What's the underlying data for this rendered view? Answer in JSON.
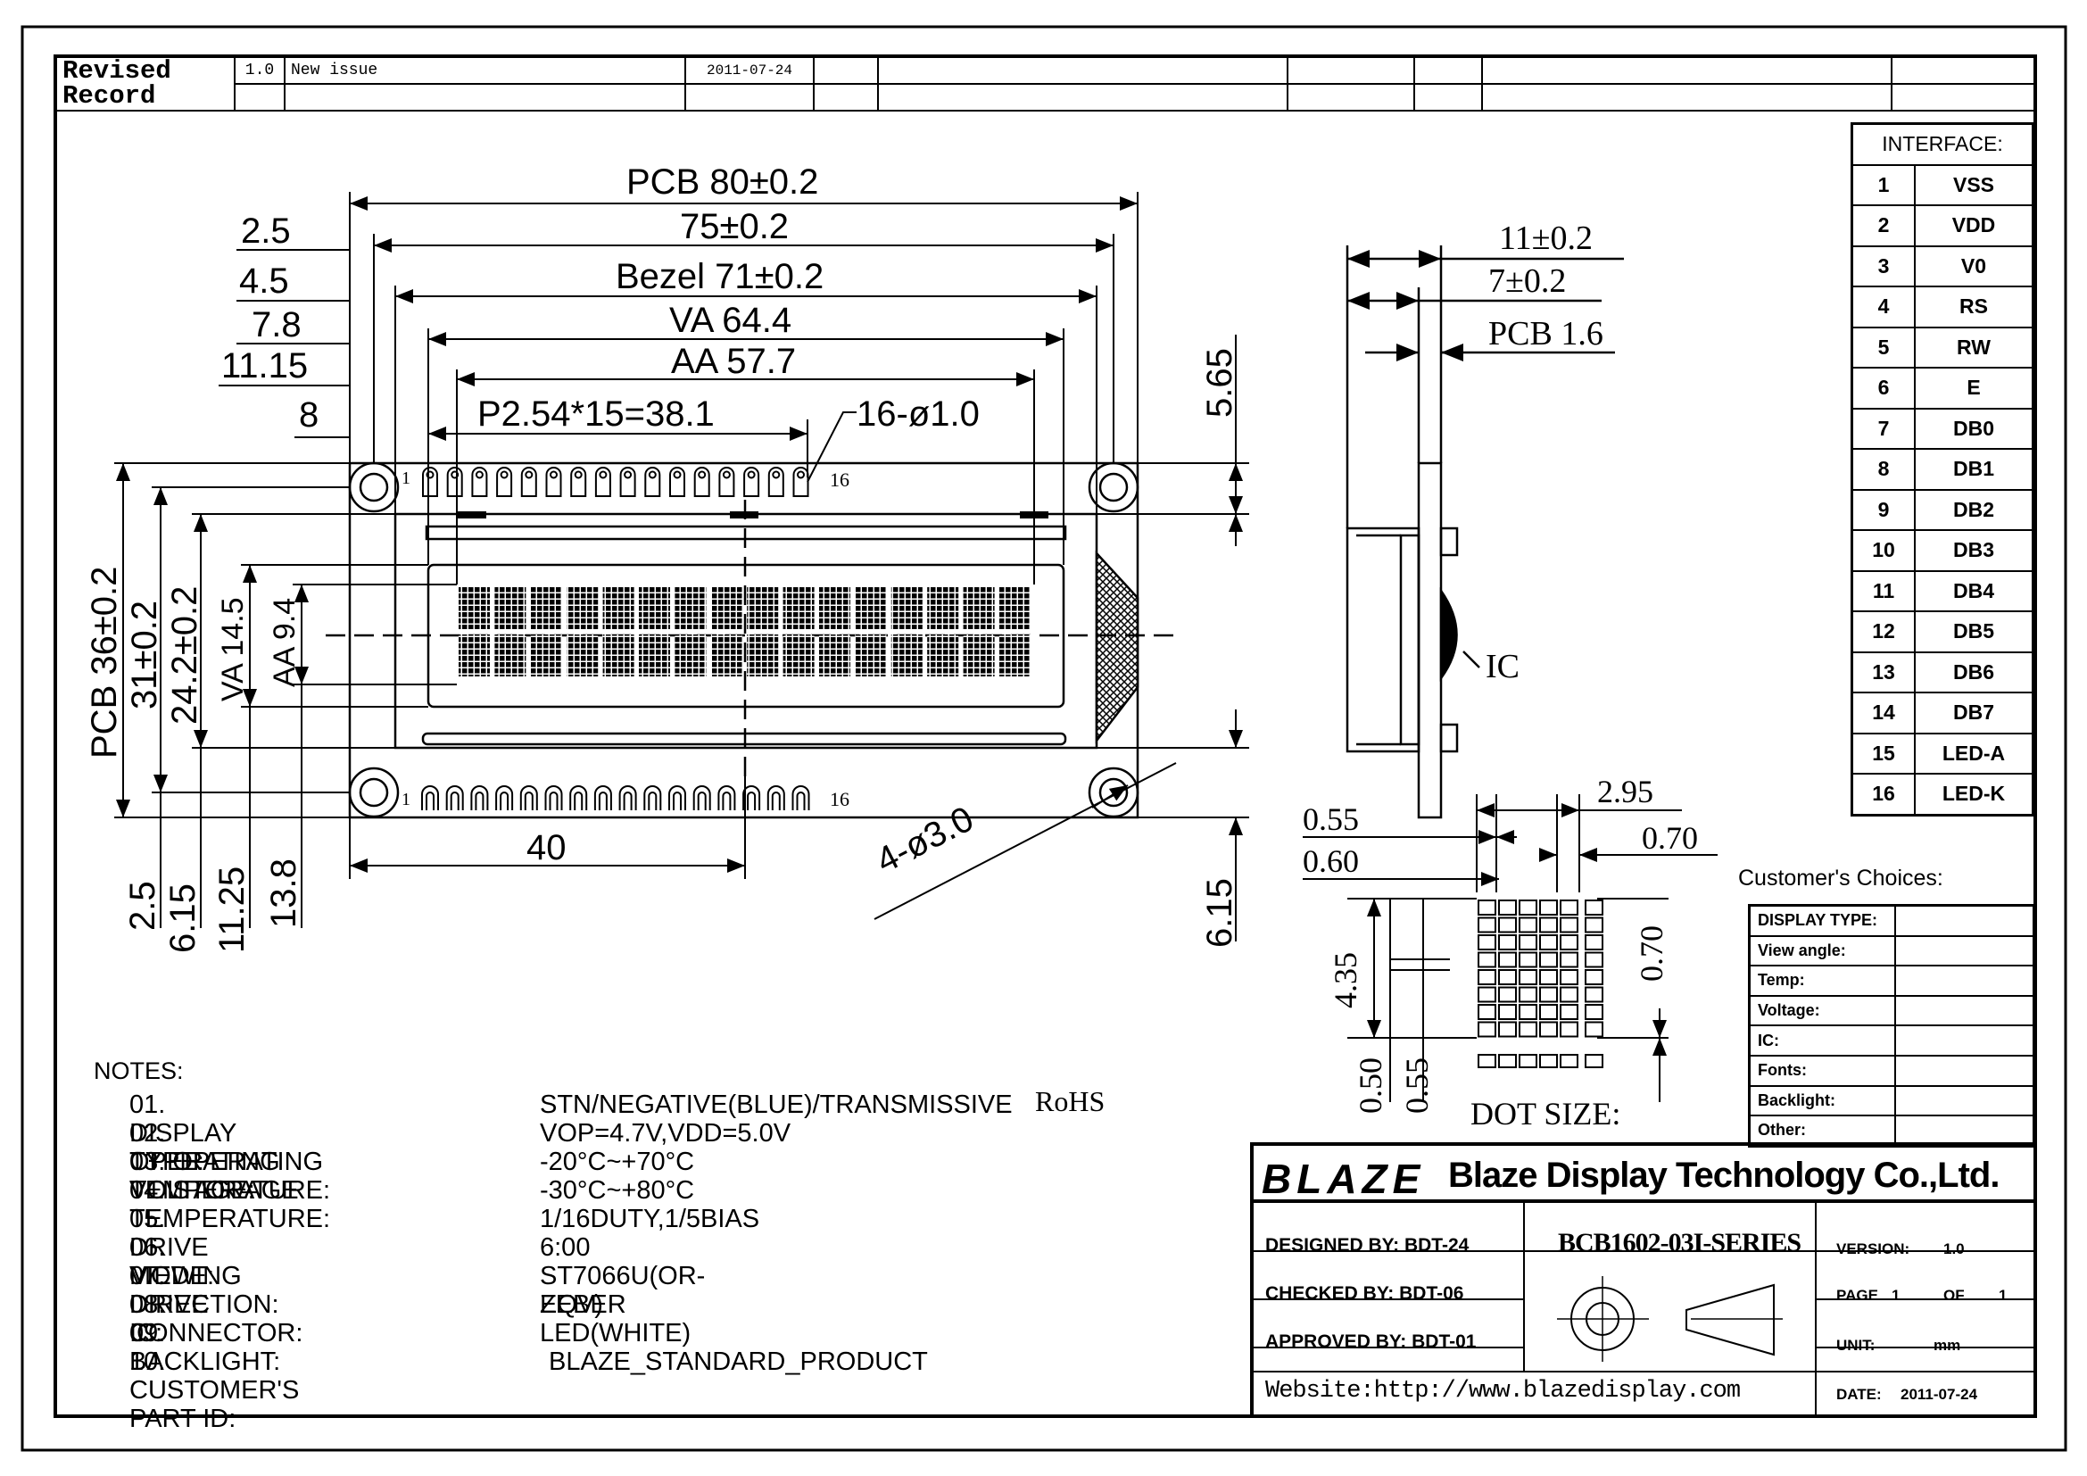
{
  "revision": {
    "label": "Revised Record",
    "version": "1.0",
    "description": "New issue",
    "date": "2011-07-24"
  },
  "front": {
    "pcb_width": "PCB 80±0.2",
    "hole_span": "75±0.2",
    "bezel": "Bezel 71±0.2",
    "va": "VA 64.4",
    "aa": "AA 57.7",
    "pitch": "P2.54*15=38.1",
    "pin_hole": "16-ø1.0",
    "dim_2_5": "2.5",
    "dim_4_5": "4.5",
    "dim_7_8": "7.8",
    "dim_11_15": "11.15",
    "dim_8": "8",
    "dim_5_65": "5.65",
    "dim_6_15r": "6.15",
    "pcb_height": "PCB 36±0.2",
    "h31": "31±0.2",
    "h24": "24.2±0.2",
    "va_h": "VA 14.5",
    "aa_h": "AA 9.4",
    "b_2_5": "2.5",
    "b_6_15": "6.15",
    "b_11_25": "11.25",
    "b_13_8": "13.8",
    "dim_40": "40",
    "mount_hole": "4-ø3.0",
    "pin_1": "1",
    "pin_16": "16"
  },
  "side": {
    "total": "11±0.2",
    "module": "7±0.2",
    "pcb": "PCB 1.6",
    "ic": "IC"
  },
  "dots": {
    "d055": "0.55",
    "d060": "0.60",
    "d295": "2.95",
    "d070": "0.70",
    "d435": "4.35",
    "d070v": "0.70",
    "d050": "0.50",
    "d055v": "0.55",
    "title": "DOT SIZE:"
  },
  "interface": {
    "title": "INTERFACE:",
    "pins": [
      {
        "no": "1",
        "name": "VSS"
      },
      {
        "no": "2",
        "name": "VDD"
      },
      {
        "no": "3",
        "name": "V0"
      },
      {
        "no": "4",
        "name": "RS"
      },
      {
        "no": "5",
        "name": "RW"
      },
      {
        "no": "6",
        "name": "E"
      },
      {
        "no": "7",
        "name": "DB0"
      },
      {
        "no": "8",
        "name": "DB1"
      },
      {
        "no": "9",
        "name": "DB2"
      },
      {
        "no": "10",
        "name": "DB3"
      },
      {
        "no": "11",
        "name": "DB4"
      },
      {
        "no": "12",
        "name": "DB5"
      },
      {
        "no": "13",
        "name": "DB6"
      },
      {
        "no": "14",
        "name": "DB7"
      },
      {
        "no": "15",
        "name": "LED-A"
      },
      {
        "no": "16",
        "name": "LED-K"
      }
    ]
  },
  "customer": {
    "title": "Customer's Choices:",
    "rows": [
      "DISPLAY TYPE:",
      "View angle:",
      "Temp:",
      "Voltage:",
      "IC:",
      "Fonts:",
      "Backlight:",
      "Other:"
    ]
  },
  "notes": {
    "title": "NOTES:",
    "items": [
      {
        "k": "01. DISPLAY TYPE:",
        "v": "STN/NEGATIVE(BLUE)/TRANSMISSIVE",
        "extra": "RoHS"
      },
      {
        "k": "02. OPERATING VOLTAGE:",
        "v": "VOP=4.7V,VDD=5.0V"
      },
      {
        "k": "03. OPERATING TEMPERATURE:",
        "v": "-20°C~+70°C"
      },
      {
        "k": "04. STORAGE TEMPERATURE:",
        "v": "-30°C~+80°C"
      },
      {
        "k": "05. DRIVE MODE:",
        "v": "1/16DUTY,1/5BIAS"
      },
      {
        "k": "06. VIEWING DIRECTION:",
        "v": "6:00"
      },
      {
        "k": "07. DRIVE IC:",
        "v": "ST7066U(OR-EQV)"
      },
      {
        "k": "08. CONNECTOR:",
        "v": "ZEBER"
      },
      {
        "k": "09. BACKLIGHT:",
        "v": "LED(WHITE)"
      },
      {
        "k": "10. CUSTOMER'S PART ID:",
        "v": "BLAZE_STANDARD_PRODUCT"
      }
    ]
  },
  "titleblock": {
    "logo": "BLAZE",
    "company": "Blaze Display Technology Co.,Ltd.",
    "designed": "DESIGNED BY: BDT-24",
    "checked": "CHECKED BY: BDT-06",
    "approved": "APPROVED BY: BDT-01",
    "part": "BCB1602-03I-SERIES",
    "version_label": "VERSION:",
    "version": "1.0",
    "page_label": "PAGE",
    "page": "1",
    "of_label": "OF",
    "pages": "1",
    "unit_label": "UNIT:",
    "unit": "mm",
    "date_label": "DATE:",
    "date": "2011-07-24",
    "website": "Website:http://www.blazedisplay.com"
  }
}
